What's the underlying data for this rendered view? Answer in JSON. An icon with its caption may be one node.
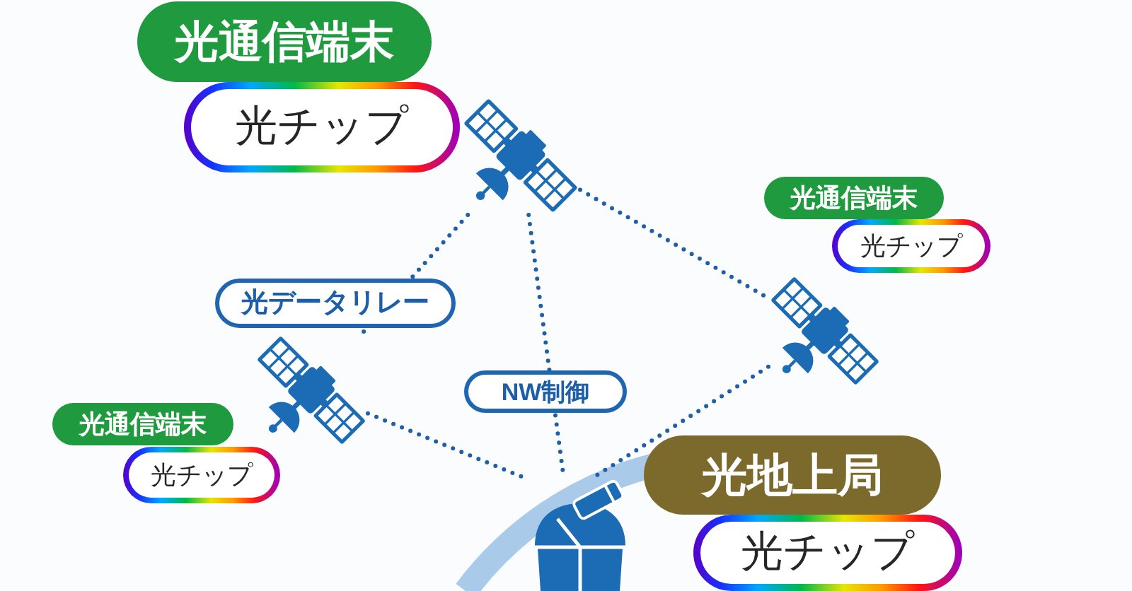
{
  "diagram": {
    "nodes": [
      {
        "text": [
          "光通信端末"
        ]
      },
      {
        "text": [
          "光チップ"
        ]
      },
      {
        "text": [],
        "shape": "picture"
      },
      {
        "text": [
          "光通信端末"
        ]
      },
      {
        "text": [
          "光チップ"
        ]
      },
      {
        "text": [],
        "shape": "picture"
      },
      {
        "text": [
          "光通信端末"
        ]
      },
      {
        "text": [
          "光チップ"
        ]
      },
      {
        "text": [],
        "shape": "picture"
      },
      {
        "text": [
          "光地上局"
        ]
      },
      {
        "text": [
          "光チップ"
        ]
      },
      {
        "text": [],
        "shape": "picture"
      }
    ],
    "edges": [
      {
        "from": 2,
        "to": 8,
        "arrow": "none",
        "label": "光データリレー"
      },
      {
        "from": 2,
        "to": 11,
        "arrow": "none",
        "label": "NW制御"
      },
      {
        "from": 2,
        "to": 5,
        "arrow": "none"
      },
      {
        "from": 5,
        "to": 11,
        "arrow": "none"
      },
      {
        "from": 8,
        "to": 11,
        "arrow": "none"
      }
    ]
  }
}
